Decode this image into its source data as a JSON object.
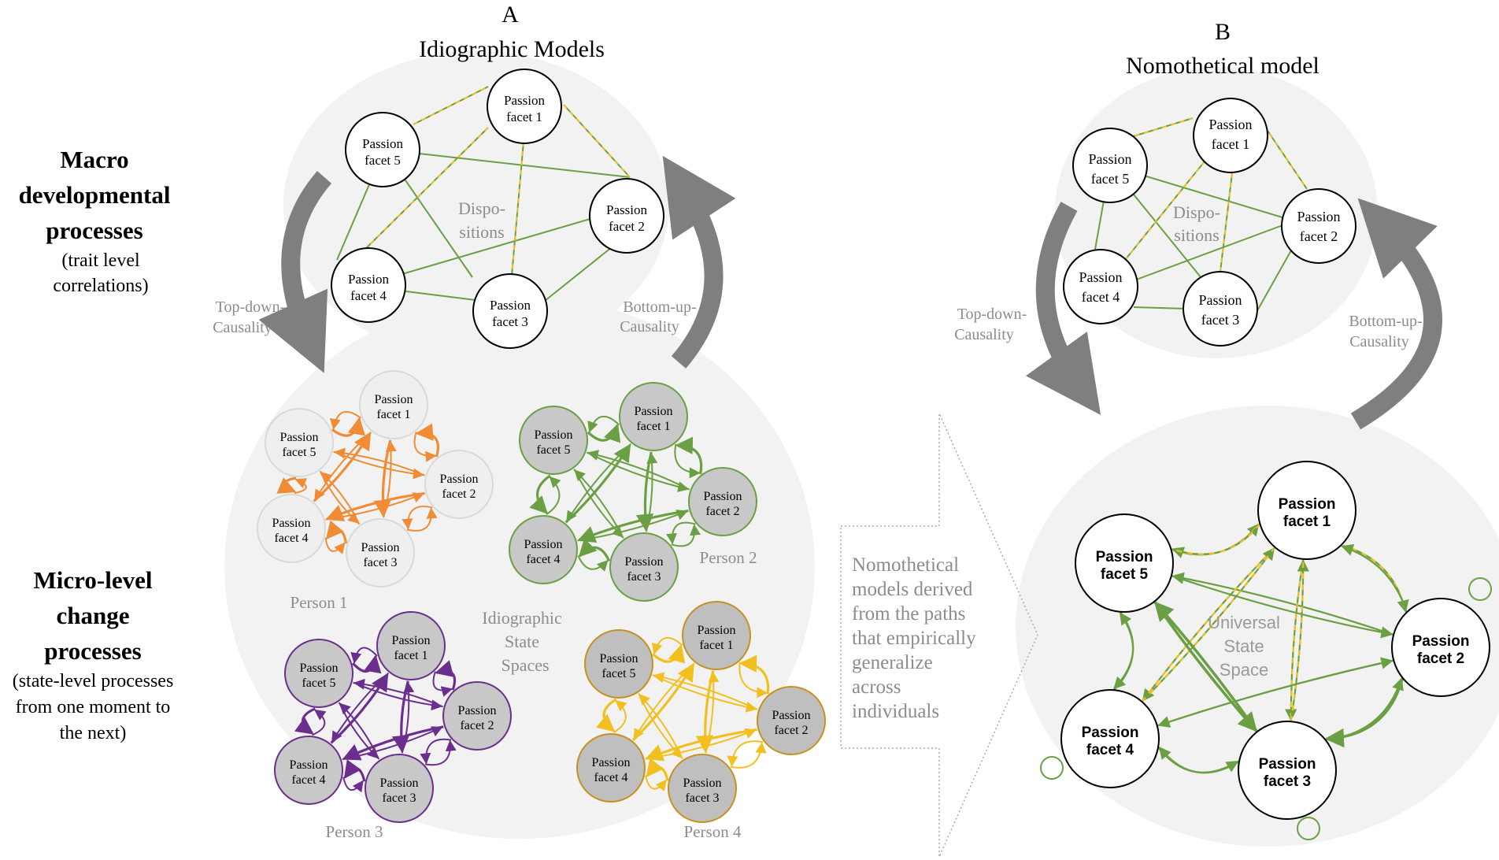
{
  "panel_a": {
    "letter": "A",
    "title": "Idiographic Models",
    "dispositions": [
      "Dispo-",
      "sitions"
    ],
    "top_down": [
      "Top-down-",
      "Causality"
    ],
    "bottom_up": [
      "Bottom-up-",
      "Causality"
    ],
    "idio_state": [
      "Idiographic",
      "State",
      "Spaces"
    ]
  },
  "panel_b": {
    "letter": "B",
    "title": "Nomothetical model",
    "dispositions": [
      "Dispo-",
      "sitions"
    ],
    "top_down": [
      "Top-down-",
      "Causality"
    ],
    "bottom_up": [
      "Bottom-up-",
      "Causality"
    ],
    "universal": [
      "Universal",
      "State",
      "Space"
    ]
  },
  "left_labels": {
    "macro": [
      "Macro",
      "developmental",
      "processes"
    ],
    "macro_sub": [
      "(trait level",
      "correlations)"
    ],
    "micro": [
      "Micro-level",
      "change",
      "processes"
    ],
    "micro_sub": [
      "(state-level processes",
      "from one moment to",
      "the next)"
    ]
  },
  "middle_arrow_text": [
    "Nomothetical",
    "models derived",
    "from the paths",
    "that empirically",
    "generalize",
    "across",
    "individuals"
  ],
  "facets": [
    [
      "Passion",
      "facet 1"
    ],
    [
      "Passion",
      "facet 2"
    ],
    [
      "Passion",
      "facet 3"
    ],
    [
      "Passion",
      "facet 4"
    ],
    [
      "Passion",
      "facet 5"
    ]
  ],
  "persons": [
    "Person 1",
    "Person 2",
    "Person 3",
    "Person 4"
  ],
  "colors": {
    "person1": "#F08C35",
    "person2": "#6AA043",
    "person3": "#6B2E8E",
    "person4": "#F2C01E",
    "green": "#6AA043",
    "yellow": "#F2C01E",
    "blob": "#F2F2F2",
    "grey_arrow": "#7F7F7F",
    "grey_text": "#8C8C8C"
  }
}
